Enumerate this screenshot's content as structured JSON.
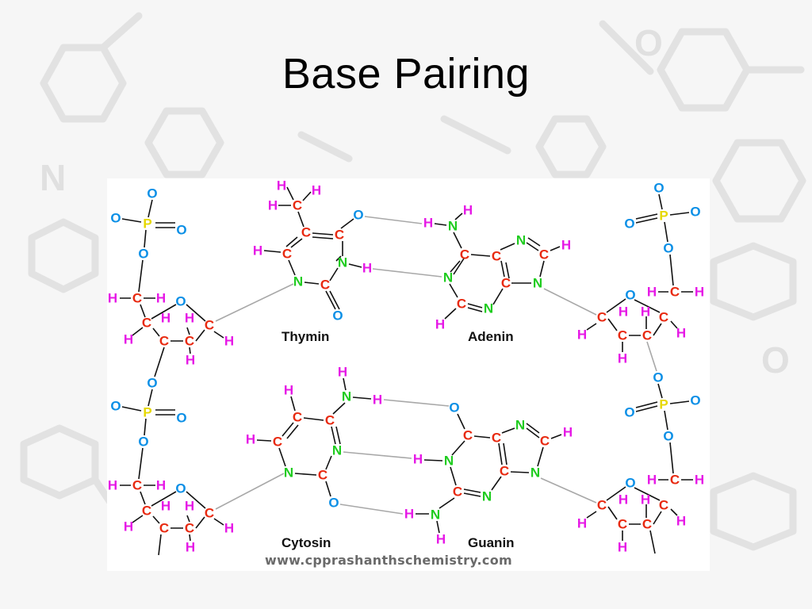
{
  "slide": {
    "title": "Base Pairing"
  },
  "diagram": {
    "labels": {
      "thymin": "Thymin",
      "adenin": "Adenin",
      "cytosin": "Cytosin",
      "guanin": "Guanin"
    },
    "watermark": "www.cpprashanthschemistry.com",
    "colors": {
      "C": "#e8290f",
      "H": "#e619e6",
      "N": "#1fcc1f",
      "O": "#0a8fe6",
      "P": "#e6d800",
      "bond": "#111111",
      "hbond": "#a8a8a8"
    },
    "atoms": [
      [
        "O",
        192,
        244
      ],
      [
        "O",
        146,
        275
      ],
      [
        "P",
        186,
        282
      ],
      [
        "O",
        229,
        290
      ],
      [
        "O",
        181,
        320
      ],
      [
        "H",
        142,
        376
      ],
      [
        "C",
        173,
        376
      ],
      [
        "H",
        203,
        376
      ],
      [
        "O",
        228,
        380
      ],
      [
        "C",
        185,
        407
      ],
      [
        "H",
        209,
        401
      ],
      [
        "H",
        239,
        401
      ],
      [
        "C",
        264,
        410
      ],
      [
        "H",
        162,
        428
      ],
      [
        "C",
        207,
        430
      ],
      [
        "C",
        239,
        430
      ],
      [
        "H",
        289,
        430
      ],
      [
        "H",
        240,
        454
      ],
      [
        "H",
        355,
        234
      ],
      [
        "H",
        399,
        240
      ],
      [
        "H",
        344,
        259
      ],
      [
        "C",
        375,
        259
      ],
      [
        "C",
        386,
        293
      ],
      [
        "C",
        428,
        296
      ],
      [
        "O",
        452,
        271
      ],
      [
        "H",
        325,
        316
      ],
      [
        "C",
        362,
        320
      ],
      [
        "N",
        432,
        331
      ],
      [
        "H",
        463,
        338
      ],
      [
        "N",
        376,
        355
      ],
      [
        "C",
        410,
        359
      ],
      [
        "O",
        426,
        398
      ],
      [
        "H",
        540,
        281
      ],
      [
        "N",
        571,
        285
      ],
      [
        "H",
        590,
        265
      ],
      [
        "N",
        657,
        303
      ],
      [
        "H",
        714,
        309
      ],
      [
        "C",
        586,
        321
      ],
      [
        "C",
        626,
        323
      ],
      [
        "C",
        686,
        321
      ],
      [
        "N",
        565,
        350
      ],
      [
        "C",
        638,
        357
      ],
      [
        "N",
        678,
        357
      ],
      [
        "C",
        582,
        383
      ],
      [
        "N",
        616,
        389
      ],
      [
        "H",
        555,
        409
      ],
      [
        "O",
        831,
        237
      ],
      [
        "O",
        794,
        282
      ],
      [
        "P",
        837,
        272
      ],
      [
        "O",
        877,
        267
      ],
      [
        "O",
        843,
        313
      ],
      [
        "O",
        795,
        372
      ],
      [
        "H",
        822,
        368
      ],
      [
        "C",
        851,
        368
      ],
      [
        "H",
        882,
        368
      ],
      [
        "C",
        759,
        400
      ],
      [
        "H",
        786,
        393
      ],
      [
        "H",
        814,
        393
      ],
      [
        "C",
        837,
        400
      ],
      [
        "H",
        734,
        422
      ],
      [
        "C",
        785,
        423
      ],
      [
        "C",
        816,
        423
      ],
      [
        "H",
        859,
        420
      ],
      [
        "H",
        785,
        452
      ],
      [
        "O",
        192,
        483
      ],
      [
        "O",
        146,
        512
      ],
      [
        "P",
        186,
        520
      ],
      [
        "O",
        229,
        527
      ],
      [
        "O",
        181,
        557
      ],
      [
        "H",
        142,
        612
      ],
      [
        "C",
        173,
        612
      ],
      [
        "H",
        203,
        612
      ],
      [
        "O",
        228,
        616
      ],
      [
        "C",
        185,
        644
      ],
      [
        "H",
        209,
        638
      ],
      [
        "H",
        239,
        638
      ],
      [
        "C",
        264,
        647
      ],
      [
        "H",
        162,
        664
      ],
      [
        "C",
        207,
        666
      ],
      [
        "C",
        239,
        666
      ],
      [
        "H",
        289,
        666
      ],
      [
        "H",
        240,
        690
      ],
      [
        "H",
        432,
        469
      ],
      [
        "N",
        437,
        500
      ],
      [
        "H",
        476,
        504
      ],
      [
        "H",
        364,
        492
      ],
      [
        "C",
        375,
        526
      ],
      [
        "C",
        416,
        530
      ],
      [
        "H",
        316,
        554
      ],
      [
        "C",
        350,
        557
      ],
      [
        "N",
        425,
        568
      ],
      [
        "N",
        364,
        596
      ],
      [
        "C",
        407,
        599
      ],
      [
        "O",
        421,
        634
      ],
      [
        "O",
        573,
        514
      ],
      [
        "C",
        590,
        549
      ],
      [
        "C",
        626,
        552
      ],
      [
        "N",
        656,
        536
      ],
      [
        "C",
        687,
        556
      ],
      [
        "H",
        716,
        545
      ],
      [
        "H",
        527,
        579
      ],
      [
        "N",
        566,
        581
      ],
      [
        "C",
        636,
        594
      ],
      [
        "N",
        675,
        596
      ],
      [
        "C",
        577,
        620
      ],
      [
        "N",
        614,
        626
      ],
      [
        "H",
        516,
        648
      ],
      [
        "N",
        549,
        649
      ],
      [
        "H",
        556,
        680
      ],
      [
        "O",
        830,
        476
      ],
      [
        "O",
        794,
        520
      ],
      [
        "P",
        837,
        510
      ],
      [
        "O",
        877,
        505
      ],
      [
        "O",
        843,
        550
      ],
      [
        "O",
        795,
        609
      ],
      [
        "H",
        822,
        605
      ],
      [
        "C",
        851,
        605
      ],
      [
        "H",
        882,
        605
      ],
      [
        "C",
        759,
        637
      ],
      [
        "H",
        786,
        630
      ],
      [
        "H",
        814,
        630
      ],
      [
        "C",
        837,
        637
      ],
      [
        "H",
        734,
        660
      ],
      [
        "C",
        785,
        661
      ],
      [
        "C",
        816,
        661
      ],
      [
        "H",
        859,
        657
      ],
      [
        "H",
        785,
        690
      ]
    ]
  }
}
